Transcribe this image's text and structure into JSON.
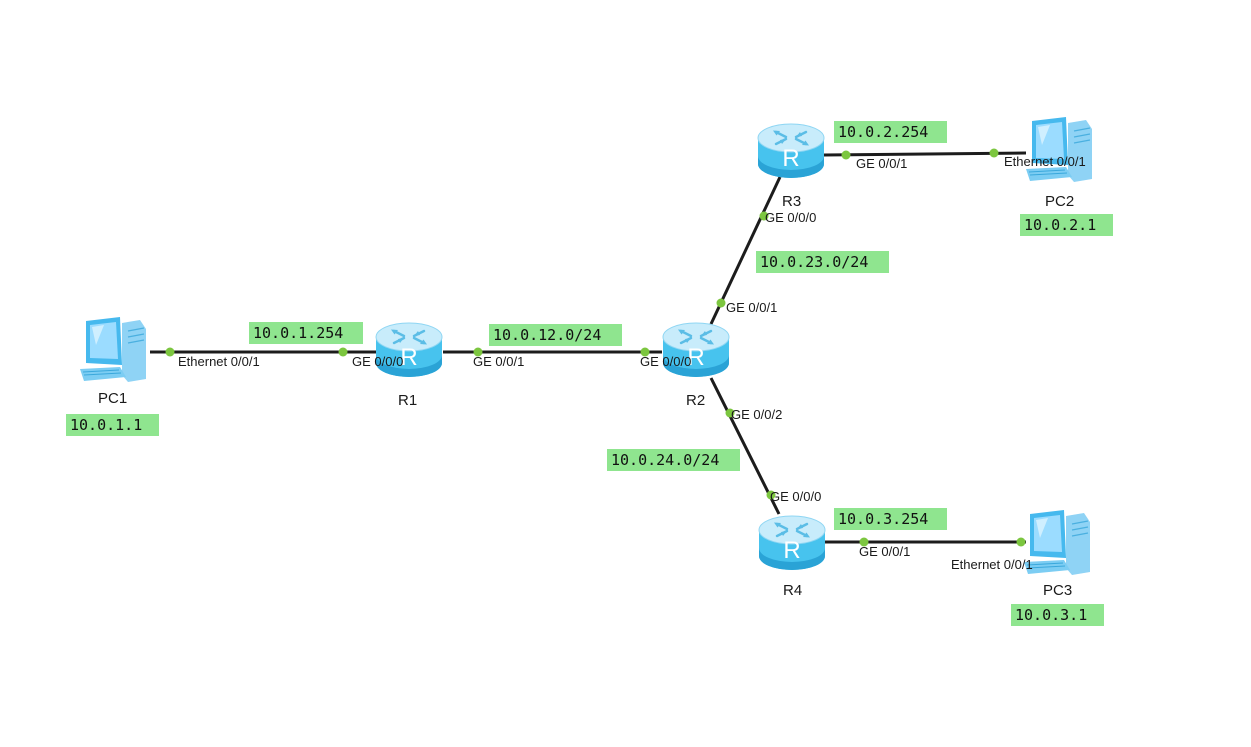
{
  "colors": {
    "link": "#1c1c1c",
    "port_dot": "#7cc63f",
    "ip_box": "#8fe58f",
    "router_top": "#d5f2ff",
    "router_body": "#47c3ee",
    "router_dark": "#2aa3d6",
    "pc_screen": "#3fb4ec",
    "pc_body": "#8fd3f5"
  },
  "nodes": {
    "pc1": {
      "label": "PC1",
      "icon": "pc-icon"
    },
    "pc2": {
      "label": "PC2",
      "icon": "pc-icon"
    },
    "pc3": {
      "label": "PC3",
      "icon": "pc-icon"
    },
    "r1": {
      "label": "R1",
      "icon": "router-icon"
    },
    "r2": {
      "label": "R2",
      "icon": "router-icon"
    },
    "r3": {
      "label": "R3",
      "icon": "router-icon"
    },
    "r4": {
      "label": "R4",
      "icon": "router-icon"
    }
  },
  "ports": {
    "pc1_eth": "Ethernet 0/0/1",
    "r1_ge000": "GE 0/0/0",
    "r1_ge001": "GE 0/0/1",
    "r2_ge000": "GE 0/0/0",
    "r2_ge001": "GE 0/0/1",
    "r2_ge002": "GE 0/0/2",
    "r3_ge000": "GE 0/0/0",
    "r3_ge001": "GE 0/0/1",
    "pc2_eth": "Ethernet 0/0/1",
    "r4_ge000": "GE 0/0/0",
    "r4_ge001": "GE 0/0/1",
    "pc3_eth": "Ethernet 0/0/1"
  },
  "addresses": {
    "pc1_ip": "10.0.1.1",
    "r1_gw": "10.0.1.254",
    "net_r1_r2": "10.0.12.0/24",
    "net_r2_r3": "10.0.23.0/24",
    "net_r2_r4": "10.0.24.0/24",
    "r3_gw": "10.0.2.254",
    "pc2_ip": "10.0.2.1",
    "r4_gw": "10.0.3.254",
    "pc3_ip": "10.0.3.1"
  }
}
